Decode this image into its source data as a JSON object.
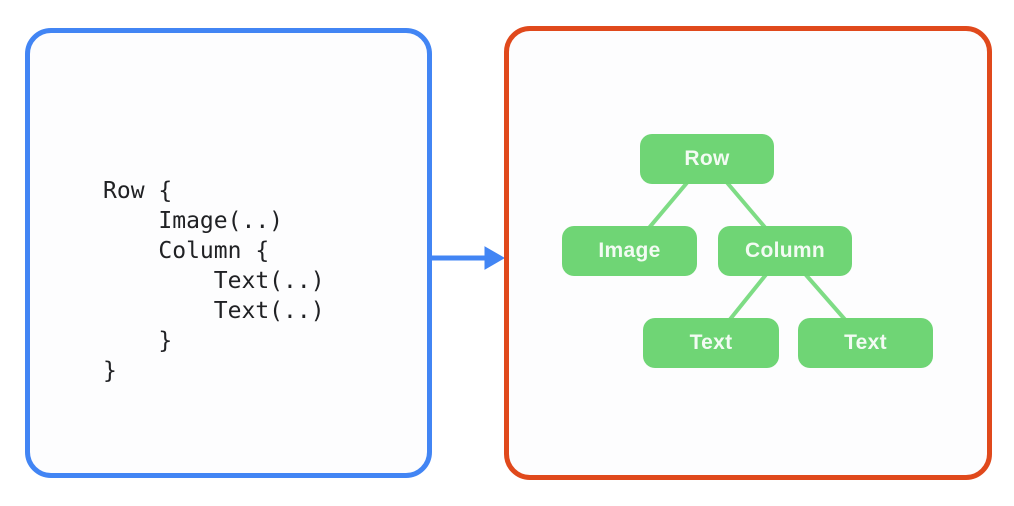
{
  "colors": {
    "code_panel_border": "#4285F4",
    "tree_panel_border": "#E0491C",
    "arrow": "#4285F4",
    "node_fill": "#6FD575",
    "edge_stroke": "#7EDC85",
    "code_text": "#202124",
    "node_text": "#F3FBF3"
  },
  "code_panel": {
    "code": "Row {\n    Image(..)\n    Column {\n        Text(..)\n        Text(..)\n    }\n}"
  },
  "arrow": {
    "direction": "right"
  },
  "tree_panel": {
    "nodes": [
      {
        "id": "row",
        "label": "Row"
      },
      {
        "id": "image",
        "label": "Image"
      },
      {
        "id": "column",
        "label": "Column"
      },
      {
        "id": "text1",
        "label": "Text"
      },
      {
        "id": "text2",
        "label": "Text"
      }
    ],
    "edges": [
      [
        "row",
        "image"
      ],
      [
        "row",
        "column"
      ],
      [
        "column",
        "text1"
      ],
      [
        "column",
        "text2"
      ]
    ]
  }
}
